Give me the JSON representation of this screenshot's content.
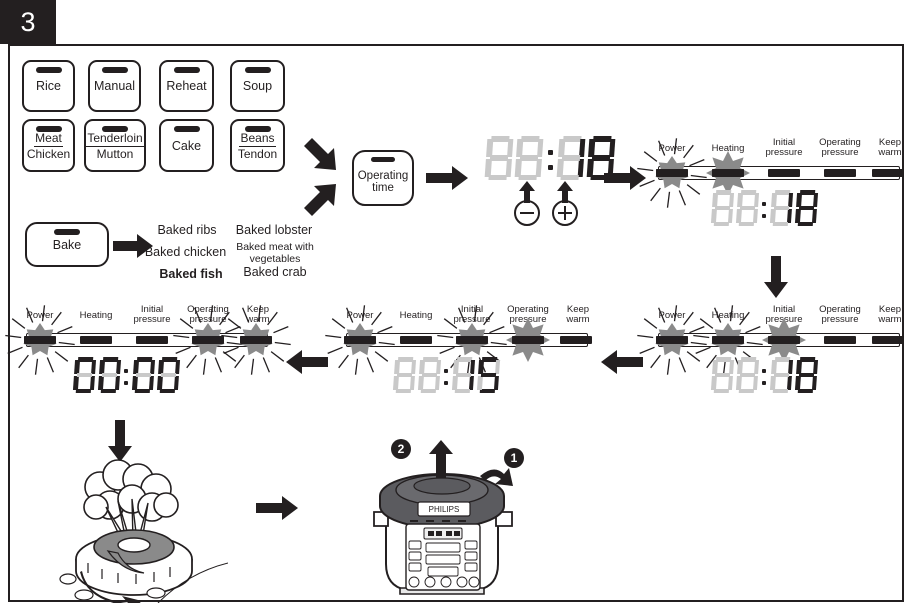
{
  "step": {
    "number": "3"
  },
  "menu_keys": [
    {
      "name": "rice",
      "lines": [
        "Rice"
      ]
    },
    {
      "name": "manual",
      "lines": [
        "Manual"
      ]
    },
    {
      "name": "reheat",
      "lines": [
        "Reheat"
      ]
    },
    {
      "name": "soup",
      "lines": [
        "Soup"
      ]
    },
    {
      "name": "meat-chicken",
      "lines": [
        "Meat",
        "Chicken"
      ]
    },
    {
      "name": "tenderloin-mutton",
      "lines": [
        "Tenderloin",
        "Mutton"
      ]
    },
    {
      "name": "cake",
      "lines": [
        "Cake"
      ]
    },
    {
      "name": "beans-tendon",
      "lines": [
        "Beans",
        "Tendon"
      ]
    }
  ],
  "bake": {
    "key_label": "Bake",
    "foods": [
      "Baked ribs",
      "Baked lobster",
      "Baked chicken",
      "Baked meat with vegetables",
      "Baked fish",
      "Baked crab"
    ]
  },
  "operating_time_key": {
    "line1": "Operating",
    "line2": "time"
  },
  "adjust": {
    "minus": "minus-button",
    "plus": "plus-button"
  },
  "status_labels": [
    "Power",
    "Heating",
    "Initial pressure",
    "Operating pressure",
    "Keep warm"
  ],
  "displays": {
    "set_time": {
      "text": "88:18",
      "digits": [
        "8",
        "8",
        "1",
        "8"
      ],
      "dim": [
        true,
        true,
        false,
        false
      ]
    },
    "heating": {
      "text": "88:18",
      "digits": [
        "8",
        "8",
        "1",
        "8"
      ],
      "dim": [
        true,
        true,
        false,
        false
      ]
    },
    "initial_pressure": {
      "text": "88:18",
      "digits": [
        "8",
        "8",
        "1",
        "8"
      ],
      "dim": [
        true,
        true,
        false,
        false
      ]
    },
    "operating_pressure": {
      "text": "88:15",
      "digits": [
        "8",
        "8",
        "1",
        "5"
      ],
      "dim": [
        true,
        true,
        false,
        false
      ]
    },
    "keep_warm": {
      "text": "00:00",
      "digits": [
        "0",
        "0",
        "0",
        "0"
      ],
      "dim": [
        false,
        false,
        false,
        false
      ]
    }
  },
  "panels": {
    "heating": {
      "flashing": [
        "Power"
      ],
      "highlight": "Heating"
    },
    "initial_pressure": {
      "flashing": [
        "Power",
        "Heating"
      ],
      "highlight": "Initial pressure"
    },
    "operating_pressure": {
      "flashing": [
        "Power",
        "Initial pressure"
      ],
      "highlight": "Operating pressure"
    },
    "keep_warm": {
      "flashing": [
        "Power",
        "Operating pressure",
        "Keep warm"
      ],
      "highlight": ""
    }
  },
  "cooker": {
    "brand": "PHILIPS",
    "step_rotate": "1",
    "step_lift": "2"
  },
  "steam": {
    "name": "steam-release-illustration"
  },
  "colors": {
    "ink": "#231f20",
    "burst_gray": "#8a8a8a",
    "segment_off": "#c9c9c9",
    "white": "#ffffff"
  }
}
